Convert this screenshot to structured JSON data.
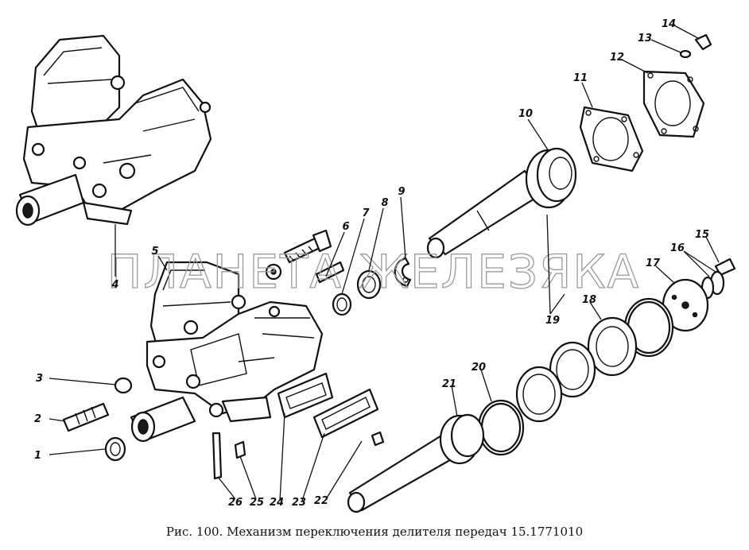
{
  "caption": "Рис. 100. Механизм переключения делителя передач 15.1771010",
  "watermark": "ПЛАНЕТА ЖЕЛЕЗЯКА",
  "callouts": [
    "1",
    "2",
    "3",
    "4",
    "5",
    "6",
    "7",
    "8",
    "9",
    "10",
    "11",
    "12",
    "13",
    "14",
    "15",
    "16",
    "17",
    "18",
    "19",
    "20",
    "21",
    "22",
    "23",
    "24",
    "25",
    "26"
  ]
}
